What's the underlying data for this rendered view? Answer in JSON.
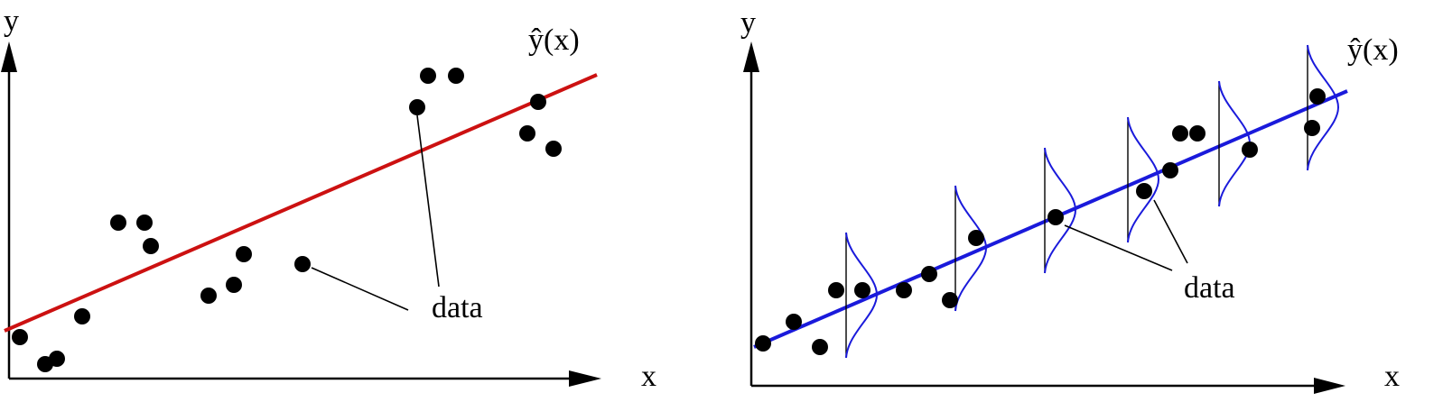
{
  "left_panel": {
    "y_label": "y",
    "x_label": "x",
    "fit_label": "ŷ(x)",
    "fit_color": "#cc1111",
    "data_label": "data"
  },
  "right_panel": {
    "y_label": "y",
    "x_label": "x",
    "fit_label": "ŷ(x)",
    "fit_color": "#1a1adb",
    "data_label": "data"
  }
}
